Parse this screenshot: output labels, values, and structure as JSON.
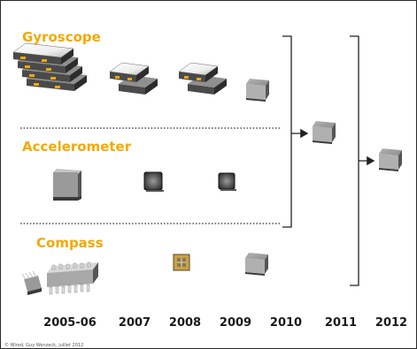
{
  "categories": {
    "gyroscope": "Gyroscope",
    "accelerometer": "Accelerometer",
    "compass": "Compass"
  },
  "years": [
    "2005-06",
    "2007",
    "2008",
    "2009",
    "2010",
    "2011",
    "2012"
  ],
  "credit": "© Wired, Guy Wenzeck, juillet 2012",
  "colors": {
    "accent": "#f5a800",
    "chip_top": "#9e9e9e",
    "chip_edge": "#4a4a4a",
    "pad": "#f2a900",
    "line": "#222222"
  }
}
